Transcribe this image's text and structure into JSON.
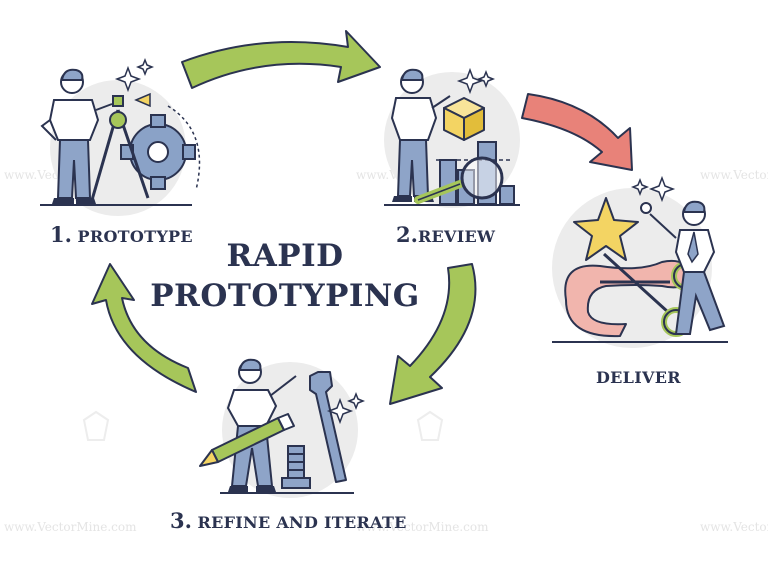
{
  "title": {
    "line1": "RAPID",
    "line2": "PROTOTYPING"
  },
  "steps": [
    {
      "number": "1.",
      "label": "PROTOTYPE"
    },
    {
      "number": "2.",
      "label": "REVIEW"
    },
    {
      "number": "3.",
      "label": "REFINE AND ITERATE"
    },
    {
      "number": "",
      "label": "DELIVER"
    }
  ],
  "watermark": "www.VectorMine.com",
  "colors": {
    "text": "#2b3350",
    "outline": "#2b3350",
    "arrow_green": "#a6c65a",
    "arrow_red": "#e88279",
    "accent_yellow": "#f3d463",
    "figure_blue": "#8ea4c8",
    "bg_circle": "#ececec",
    "gear_blue": "#8aa2c7"
  },
  "icons": [
    "gear-icon",
    "compass-icon",
    "cube-icon",
    "magnifier-icon",
    "pencil-icon",
    "wrench-icon",
    "bolt-icon",
    "star-icon",
    "scissors-icon",
    "ribbon-icon",
    "sparkle-icon"
  ]
}
